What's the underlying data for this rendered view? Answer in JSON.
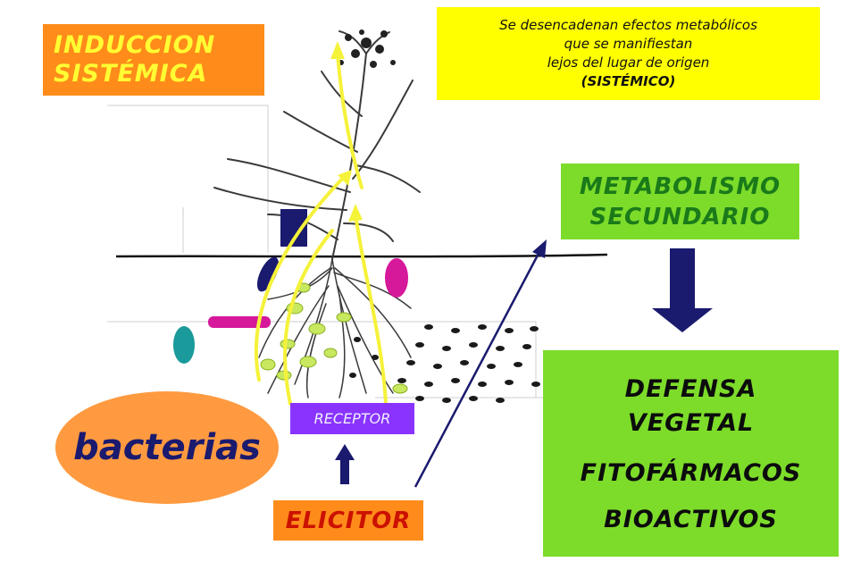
{
  "induccion": {
    "line1": "INDUCCION",
    "line2": "SISTÉMICA"
  },
  "note": {
    "line1": "Se desencadenan efectos metabólicos",
    "line2": "que se manifiestan",
    "line3": "lejos del lugar de origen",
    "line4": "(SISTÉMICO)"
  },
  "metabolismo": {
    "line1": "METABOLISMO",
    "line2": "SECUNDARIO"
  },
  "defensa": {
    "line1": "DEFENSA",
    "line2": "VEGETAL",
    "line3": "FITOFÁRMACOS",
    "line4": "BIOACTIVOS"
  },
  "receptor": "RECEPTOR",
  "elicitor": "ELICITOR",
  "bacterias": "bacterias",
  "colors": {
    "orange": "#ff8c1a",
    "yellow": "#ffff00",
    "green": "#7ddc2a",
    "purple": "#8a33ff",
    "navy": "#1a1a6e",
    "arrow_yellow": "#f5f23a",
    "magenta": "#d6189a",
    "teal": "#1a9a9a"
  }
}
